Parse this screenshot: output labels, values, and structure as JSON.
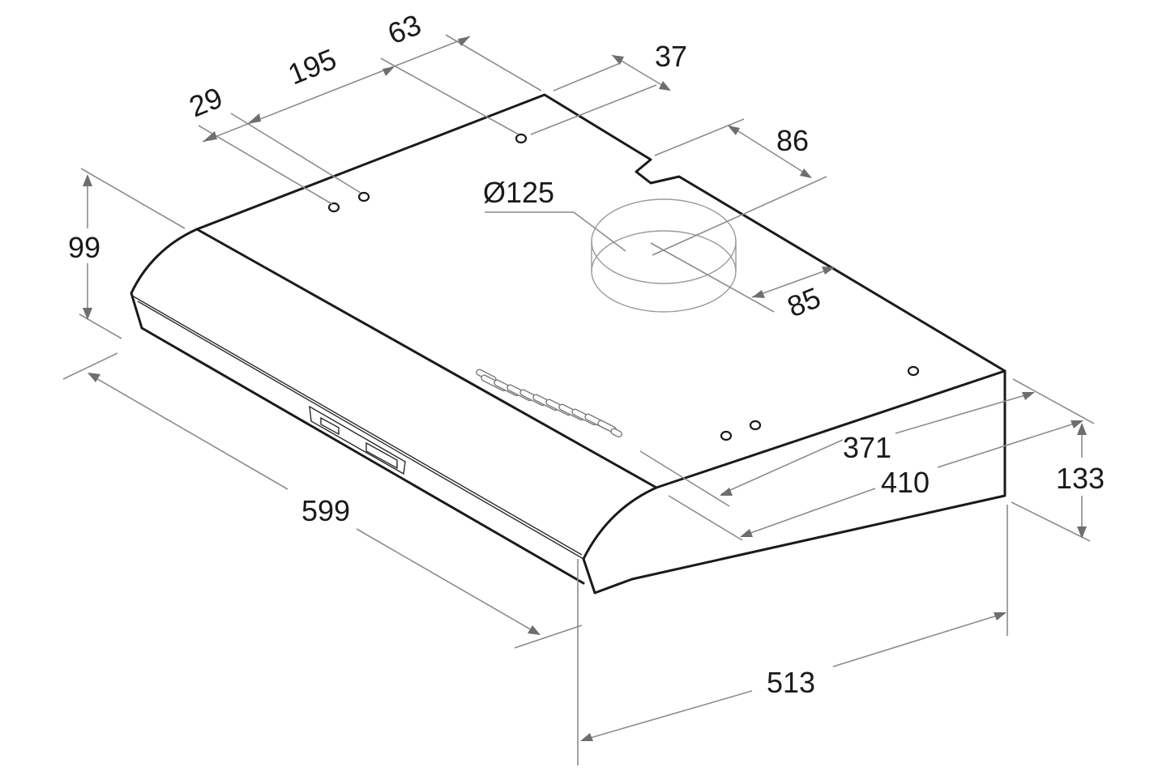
{
  "diagram": {
    "type": "technical dimension drawing",
    "subject": "under-cabinet cooker hood (isometric view)",
    "units": "mm",
    "colors": {
      "outline": "#1a1a1a",
      "dimension_line": "#8c8c8c",
      "arrowhead": "#6e6e6e",
      "background": "#ffffff"
    },
    "dimensions": {
      "top_offset_left": "29",
      "top_hole_spacing": "195",
      "top_offset_right": "63",
      "top_notch_offset": "37",
      "notch_to_duct": "86",
      "duct_diameter": "Ø125",
      "duct_to_back": "85",
      "front_height": "99",
      "width": "599",
      "depth_top": "371",
      "depth_mid": "410",
      "back_height": "133",
      "depth_overall": "513"
    }
  }
}
